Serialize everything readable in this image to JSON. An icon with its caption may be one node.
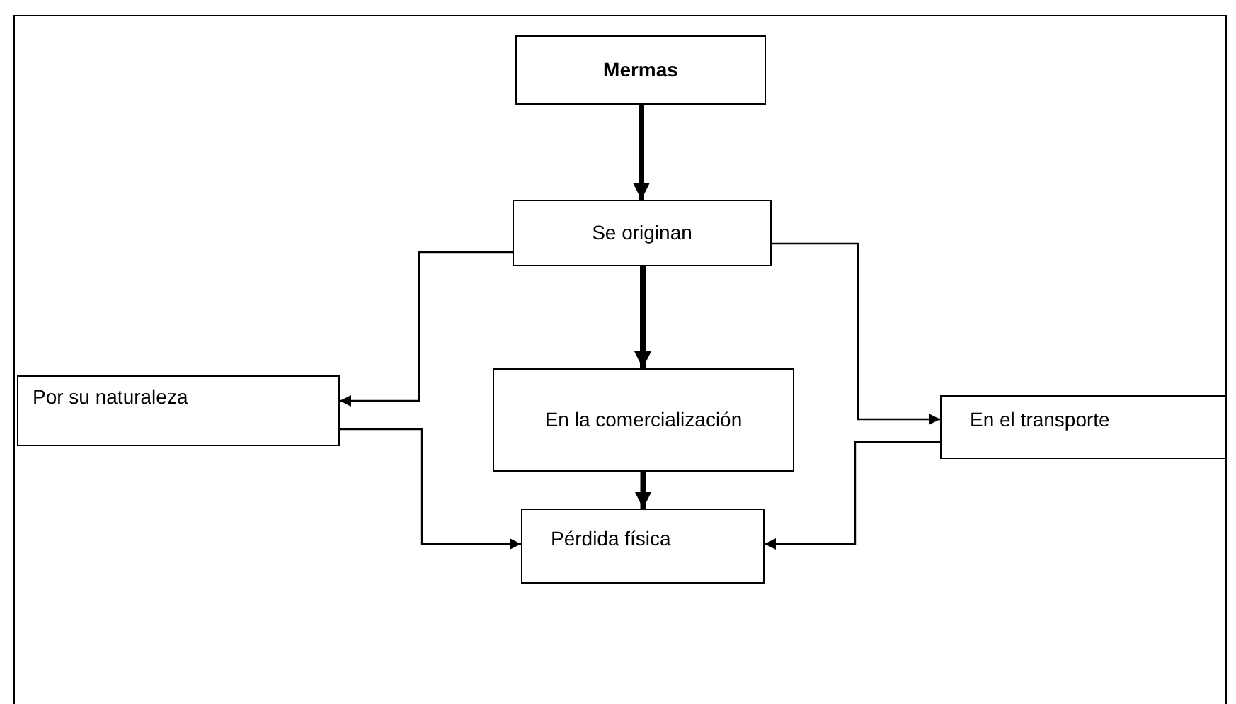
{
  "diagram": {
    "nodes": [
      {
        "text": [
          "Mermas"
        ]
      },
      {
        "text": [
          "Se originan"
        ]
      },
      {
        "text": [
          "Por su naturaleza"
        ]
      },
      {
        "text": [
          "En la comercialización"
        ]
      },
      {
        "text": [
          "En el transporte"
        ]
      },
      {
        "text": [
          "Pérdida física"
        ]
      }
    ],
    "edges": [
      {
        "from": 0,
        "to": 1,
        "arrow": "to",
        "style": "thick"
      },
      {
        "from": 1,
        "to": 2,
        "arrow": "to"
      },
      {
        "from": 1,
        "to": 3,
        "arrow": "to",
        "style": "thick"
      },
      {
        "from": 1,
        "to": 4,
        "arrow": "to"
      },
      {
        "from": 3,
        "to": 5,
        "arrow": "to",
        "style": "thick"
      },
      {
        "from": 2,
        "to": 5,
        "arrow": "to"
      },
      {
        "from": 4,
        "to": 5,
        "arrow": "to"
      }
    ]
  }
}
